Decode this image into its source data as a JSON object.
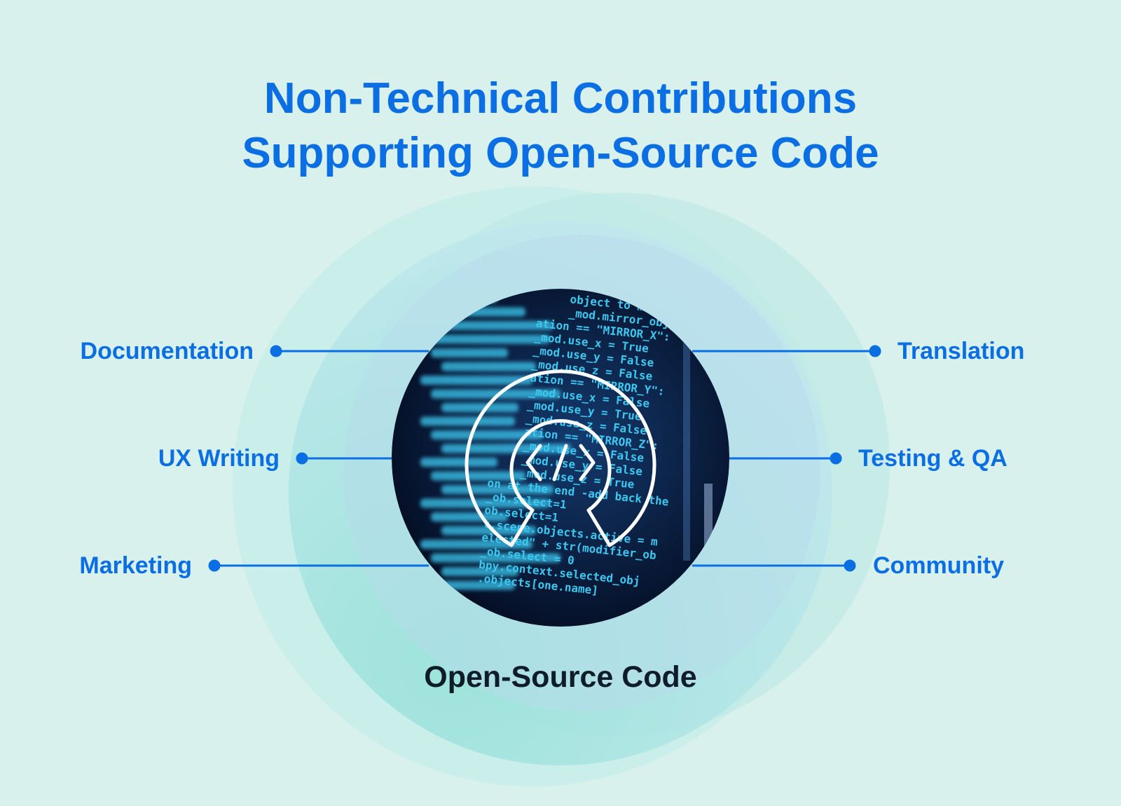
{
  "title": {
    "line1": "Non-Technical Contributions",
    "line2": "Supporting Open-Source Code"
  },
  "center": {
    "label": "Open-Source Code",
    "icon": "open-source-code-icon",
    "code_lines": [
      "object to mirror",
      "_mod.mirror_object = m",
      "ation == \"MIRROR_X\":",
      "_mod.use_x = True",
      "_mod.use_y = False",
      "_mod.use_z = False",
      "ation == \"MIRROR_Y\":",
      "_mod.use_x = False",
      "_mod.use_y = True",
      "_mod.use_z = False",
      "ation == \"MIRROR_Z\":",
      "_mod.use_x = False",
      "_mod.use_y = False",
      "_mod.use_z = True",
      "on at the end -add back the",
      "_ob.select=1",
      "ob.select=1",
      "t.scene.objects.active = m",
      "elected\" + str(modifier_ob",
      "_ob.select = 0",
      "bpy.context.selected_obj",
      ".objects[one.name]"
    ]
  },
  "contributions_left": [
    "Documentation",
    "UX Writing",
    "Marketing"
  ],
  "contributions_right": [
    "Translation",
    "Testing & QA",
    "Community"
  ],
  "colors": {
    "background": "#d8f1ec",
    "accent": "#0b6fe3",
    "center_text": "#0f1c2a",
    "code": "#3cc8f0"
  }
}
